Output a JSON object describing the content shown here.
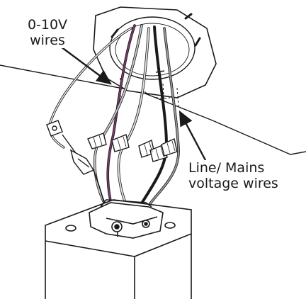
{
  "callouts": {
    "control_wires": {
      "line1": "0-10V",
      "line2": "wires"
    },
    "mains_wires": {
      "line1": "Line/ Mains",
      "line2": "voltage wires"
    }
  },
  "colors": {
    "line_art": "#1a1a1a",
    "control_wire": "#7a3a6a",
    "neutral_wire": "#9a9a9a",
    "background": "#ffffff"
  }
}
